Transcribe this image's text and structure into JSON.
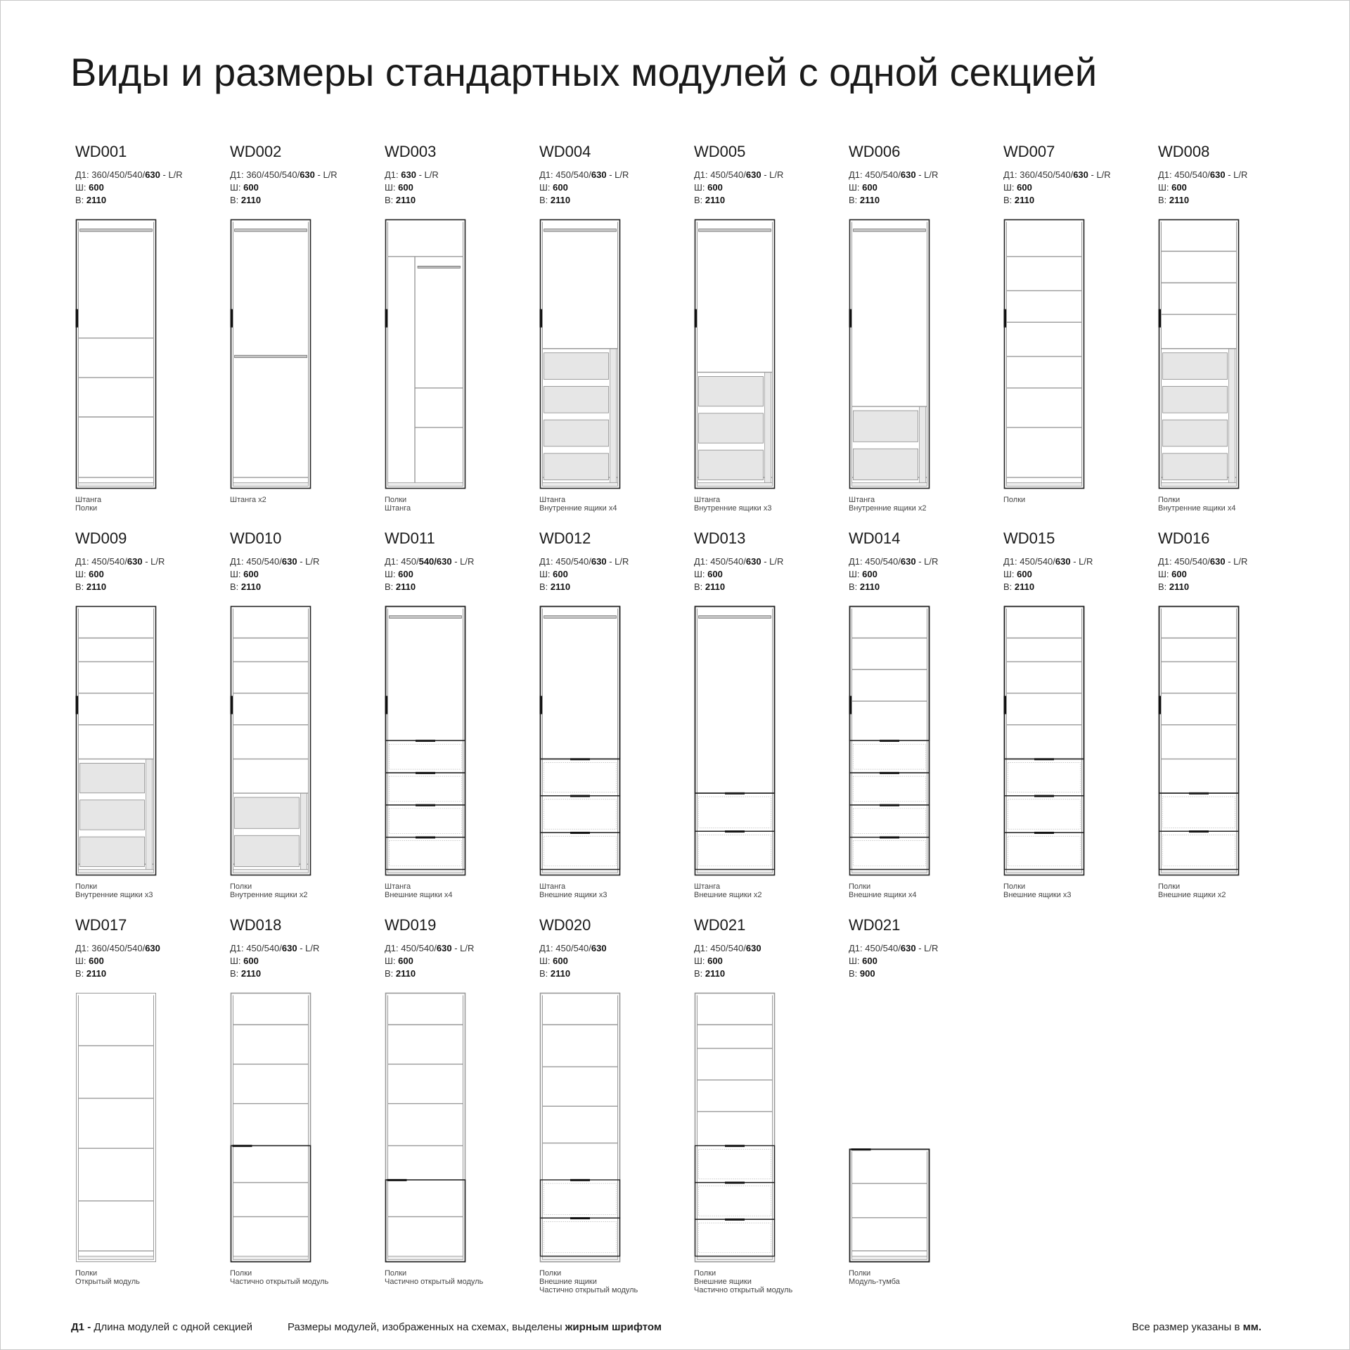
{
  "title": "Виды и размеры стандартных модулей с одной секцией",
  "labels": {
    "depth": "Д1:",
    "width": "Ш:",
    "height": "В:"
  },
  "modules": [
    {
      "code": "WD001",
      "depth_pre": "360/450/540/",
      "depth_bold": "630",
      "depth_post": " - L/R",
      "width": "600",
      "height": "2110",
      "captions": [
        "Штанга",
        "Полки"
      ],
      "drawing": {
        "type": "rod_shelves",
        "handle": true,
        "interiors": [],
        "shelves": [
          0.45,
          0.6,
          0.75,
          0.98
        ],
        "rods": [
          0.04
        ],
        "drawers": [],
        "vdiv": null,
        "sub": []
      }
    },
    {
      "code": "WD002",
      "depth_pre": "360/450/540/",
      "depth_bold": "630",
      "depth_post": " - L/R",
      "width": "600",
      "height": "2110",
      "captions": [
        "Штанга x2"
      ],
      "drawing": {
        "type": "x",
        "handle": true,
        "interiors": [],
        "shelves": [
          0.98
        ],
        "rods": [
          0.04,
          0.52
        ],
        "drawers": [],
        "vdiv": null,
        "sub": []
      }
    },
    {
      "code": "WD003",
      "depth_pre": "",
      "depth_bold": "630",
      "depth_post": " - L/R",
      "width": "600",
      "height": "2110",
      "captions": [
        "Полки",
        "Штанга"
      ],
      "drawing": {
        "type": "x",
        "handle": true,
        "interiors": [],
        "shelves": [
          0.14
        ],
        "rods": [],
        "drawers": [],
        "vdiv": 0.36,
        "sub": [
          0.64,
          0.79
        ],
        "subrod": 0.18
      }
    },
    {
      "code": "WD004",
      "depth_pre": "450/540/",
      "depth_bold": "630",
      "depth_post": " - L/R",
      "width": "600",
      "height": "2110",
      "captions": [
        "Штанга",
        "Внутренние ящики  x4"
      ],
      "drawing": {
        "type": "x",
        "handle": true,
        "interiors": [
          4,
          0.49
        ],
        "shelves": [
          0.98
        ],
        "rods": [
          0.04
        ],
        "drawers": [],
        "vdiv": null,
        "sub": []
      }
    },
    {
      "code": "WD005",
      "depth_pre": "450/540/",
      "depth_bold": "630",
      "depth_post": " - L/R",
      "width": "600",
      "height": "2110",
      "captions": [
        "Штанга",
        "Внутренние ящики x3"
      ],
      "drawing": {
        "type": "x",
        "handle": true,
        "interiors": [
          3,
          0.58
        ],
        "shelves": [
          0.98
        ],
        "rods": [
          0.04
        ],
        "drawers": [],
        "vdiv": null,
        "sub": []
      }
    },
    {
      "code": "WD006",
      "depth_pre": "450/540/",
      "depth_bold": "630",
      "depth_post": " - L/R",
      "width": "600",
      "height": "2110",
      "captions": [
        "Штанга",
        "Внутренние ящики x2"
      ],
      "drawing": {
        "type": "x",
        "handle": true,
        "interiors": [
          2,
          0.71
        ],
        "shelves": [
          0.98
        ],
        "rods": [
          0.04
        ],
        "drawers": [],
        "vdiv": null,
        "sub": []
      }
    },
    {
      "code": "WD007",
      "depth_pre": "360/450/540/",
      "depth_bold": "630",
      "depth_post": " - L/R",
      "width": "600",
      "height": "2110",
      "captions": [
        "Полки"
      ],
      "drawing": {
        "type": "x",
        "handle": true,
        "interiors": [],
        "shelves": [
          0.14,
          0.27,
          0.39,
          0.52,
          0.64,
          0.79,
          0.98
        ],
        "rods": [],
        "drawers": [],
        "vdiv": null,
        "sub": []
      }
    },
    {
      "code": "WD008",
      "depth_pre": "450/540/",
      "depth_bold": "630",
      "depth_post": " - L/R",
      "width": "600",
      "height": "2110",
      "captions": [
        "Полки",
        "Внутренние ящики x4"
      ],
      "drawing": {
        "type": "x",
        "handle": true,
        "interiors": [
          4,
          0.49
        ],
        "shelves": [
          0.12,
          0.24,
          0.36,
          0.98
        ],
        "rods": [],
        "drawers": [],
        "vdiv": null,
        "sub": []
      }
    },
    {
      "code": "WD009",
      "depth_pre": "450/540/",
      "depth_bold": "630",
      "depth_post": " - L/R",
      "width": "600",
      "height": "2110",
      "captions": [
        "Полки",
        "Внутренние ящики x3"
      ],
      "drawing": {
        "type": "x",
        "handle": true,
        "interiors": [
          3,
          0.58
        ],
        "shelves": [
          0.12,
          0.21,
          0.33,
          0.45,
          0.98
        ],
        "rods": [],
        "drawers": [],
        "vdiv": null,
        "sub": []
      }
    },
    {
      "code": "WD010",
      "depth_pre": "450/540/",
      "depth_bold": "630",
      "depth_post": " - L/R",
      "width": "600",
      "height": "2110",
      "captions": [
        "Полки",
        "Внутренние ящики x2"
      ],
      "drawing": {
        "type": "x",
        "handle": true,
        "interiors": [
          2,
          0.71
        ],
        "shelves": [
          0.12,
          0.21,
          0.33,
          0.45,
          0.58,
          0.98
        ],
        "rods": [],
        "drawers": [],
        "vdiv": null,
        "sub": []
      }
    },
    {
      "code": "WD011",
      "depth_pre": "450/",
      "depth_bold": "540/630",
      "depth_post": " - L/R",
      "width": "600",
      "height": "2110",
      "captions": [
        "Штанга",
        "Внешние ящики x4"
      ],
      "drawing": {
        "type": "x",
        "handle": true,
        "interiors": [],
        "shelves": [],
        "rods": [
          0.04
        ],
        "drawers": [
          4,
          0.51
        ],
        "vdiv": null,
        "sub": []
      }
    },
    {
      "code": "WD012",
      "depth_pre": "450/540/",
      "depth_bold": "630",
      "depth_post": " - L/R",
      "width": "600",
      "height": "2110",
      "captions": [
        "Штанга",
        "Внешние ящики x3"
      ],
      "drawing": {
        "type": "x",
        "handle": true,
        "interiors": [],
        "shelves": [],
        "rods": [
          0.04
        ],
        "drawers": [
          3,
          0.58
        ],
        "vdiv": null,
        "sub": []
      }
    },
    {
      "code": "WD013",
      "depth_pre": "450/540/",
      "depth_bold": "630",
      "depth_post": " - L/R",
      "width": "600",
      "height": "2110",
      "captions": [
        "Штанга",
        "Внешние ящики x2"
      ],
      "drawing": {
        "type": "x",
        "handle": false,
        "interiors": [],
        "shelves": [],
        "rods": [
          0.04
        ],
        "drawers": [
          2,
          0.71
        ],
        "vdiv": null,
        "sub": []
      }
    },
    {
      "code": "WD014",
      "depth_pre": "450/540/",
      "depth_bold": "630",
      "depth_post": " - L/R",
      "width": "600",
      "height": "2110",
      "captions": [
        "Полки",
        "Внешние ящики x4"
      ],
      "drawing": {
        "type": "x",
        "handle": true,
        "interiors": [],
        "shelves": [
          0.12,
          0.24,
          0.36
        ],
        "rods": [],
        "drawers": [
          4,
          0.51
        ],
        "vdiv": null,
        "sub": []
      }
    },
    {
      "code": "WD015",
      "depth_pre": "450/540/",
      "depth_bold": "630",
      "depth_post": " - L/R",
      "width": "600",
      "height": "2110",
      "captions": [
        "Полки",
        "Внешние ящики x3"
      ],
      "drawing": {
        "type": "x",
        "handle": true,
        "interiors": [],
        "shelves": [
          0.12,
          0.21,
          0.33,
          0.45
        ],
        "rods": [],
        "drawers": [
          3,
          0.58
        ],
        "vdiv": null,
        "sub": []
      }
    },
    {
      "code": "WD016",
      "depth_pre": "450/540/",
      "depth_bold": "630",
      "depth_post": " - L/R",
      "width": "600",
      "height": "2110",
      "captions": [
        "Полки",
        "Внешние ящики x2"
      ],
      "drawing": {
        "type": "x",
        "handle": true,
        "interiors": [],
        "shelves": [
          0.12,
          0.21,
          0.33,
          0.45,
          0.58
        ],
        "rods": [],
        "drawers": [
          2,
          0.71
        ],
        "vdiv": null,
        "sub": []
      }
    },
    {
      "code": "WD017",
      "depth_pre": "360/450/540/",
      "depth_bold": "630",
      "depth_post": "",
      "width": "600",
      "height": "2110",
      "captions": [
        "Полки",
        "Открытый модуль"
      ],
      "drawing": {
        "type": "open",
        "handle": false,
        "interiors": [],
        "shelves": [
          0.2,
          0.4,
          0.59,
          0.79,
          0.98
        ],
        "rods": [],
        "drawers": [],
        "vdiv": null,
        "sub": [],
        "topdrop": []
      }
    },
    {
      "code": "WD018",
      "depth_pre": "450/540/",
      "depth_bold": "630",
      "depth_post": " - L/R",
      "width": "600",
      "height": "2110",
      "captions": [
        "Полки",
        "Частично открытый модуль"
      ],
      "drawing": {
        "type": "partial",
        "handle": false,
        "interiors": [],
        "shelves": [
          0.12,
          0.27,
          0.42,
          0.72,
          0.85
        ],
        "rods": [],
        "drawers": [],
        "vdiv": null,
        "sub": [],
        "doorfrom": 0.58
      }
    },
    {
      "code": "WD019",
      "depth_pre": "450/540/",
      "depth_bold": "630",
      "depth_post": " - L/R",
      "width": "600",
      "height": "2110",
      "captions": [
        "Полки",
        "Частично открытый модуль"
      ],
      "drawing": {
        "type": "partial",
        "handle": false,
        "interiors": [],
        "shelves": [
          0.12,
          0.27,
          0.42,
          0.58,
          0.85
        ],
        "rods": [],
        "drawers": [],
        "vdiv": null,
        "sub": [],
        "doorfrom": 0.71
      }
    },
    {
      "code": "WD020",
      "depth_pre": "450/540/",
      "depth_bold": "630",
      "depth_post": "",
      "width": "600",
      "height": "2110",
      "captions": [
        "Полки",
        "Внешние ящики",
        "Частично открытый модуль"
      ],
      "drawing": {
        "type": "partial",
        "handle": false,
        "interiors": [],
        "shelves": [
          0.12,
          0.28,
          0.43,
          0.57
        ],
        "rods": [],
        "drawers": [
          2,
          0.71
        ],
        "vdiv": null,
        "sub": []
      }
    },
    {
      "code": "WD021",
      "depth_pre": "450/540/",
      "depth_bold": "630",
      "depth_post": "",
      "width": "600",
      "height": "2110",
      "captions": [
        "Полки",
        "Внешние ящики",
        "Частично открытый модуль"
      ],
      "drawing": {
        "type": "partial",
        "handle": false,
        "interiors": [],
        "shelves": [
          0.12,
          0.21,
          0.33,
          0.45
        ],
        "rods": [],
        "drawers": [
          3,
          0.58
        ],
        "vdiv": null,
        "sub": []
      }
    },
    {
      "code": "WD021",
      "depth_pre": "450/540/",
      "depth_bold": "630",
      "depth_post": " - L/R",
      "width": "600",
      "height": "900",
      "captions": [
        "Полки",
        "Модуль-тумба"
      ],
      "drawing": {
        "type": "tumba",
        "handle": false,
        "interiors": [],
        "shelves": [
          0.32,
          0.64,
          0.95
        ],
        "rods": [],
        "drawers": [],
        "vdiv": null,
        "sub": []
      }
    }
  ],
  "footer": {
    "left_bold": "Д1 -",
    "left_text": " Длина модулей с одной секцией",
    "mid_text": "Размеры модулей, изображенных на схемах, выделены ",
    "mid_bold": "жирным шрифтом",
    "right_text": "Все размер указаны в ",
    "right_bold": "мм."
  }
}
